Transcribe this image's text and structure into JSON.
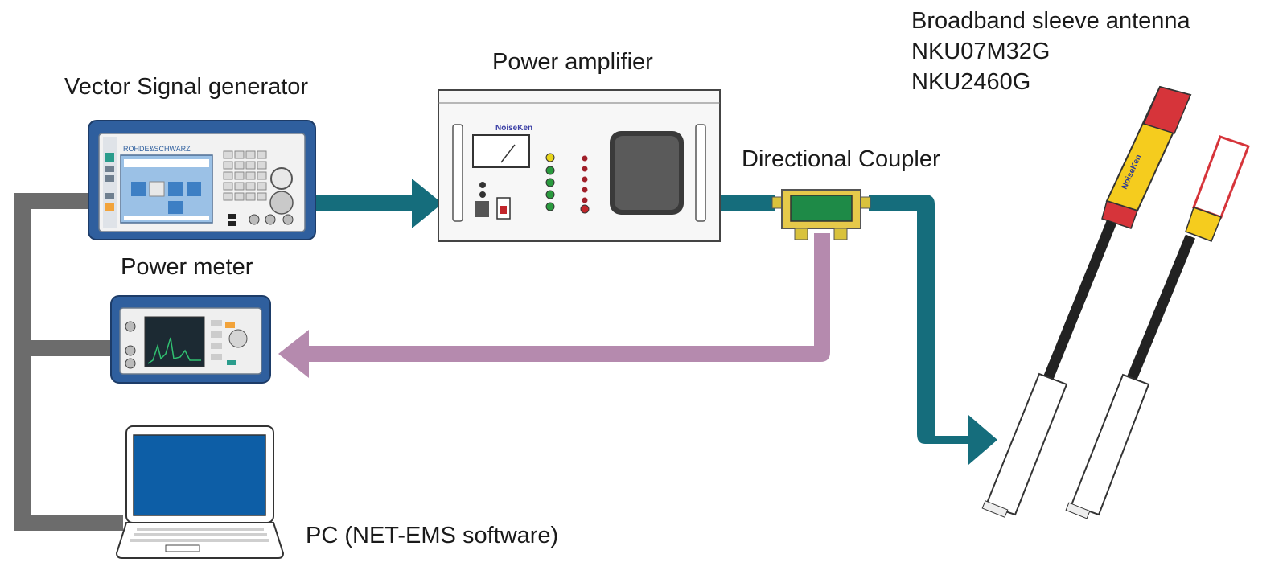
{
  "labels": {
    "vsg": "Vector Signal generator",
    "power_amplifier": "Power amplifier",
    "directional_coupler": "Directional Coupler",
    "power_meter": "Power meter",
    "pc": "PC (NET-EMS software)",
    "antenna": [
      "Broadband sleeve antenna",
      "NKU07M32G",
      "NKU2460G"
    ]
  },
  "device_text": {
    "vsg_brand": "ROHDE&SCHWARZ",
    "amp_brand": "NoiseKen",
    "antenna_brand": "NoiseKen"
  },
  "colors": {
    "rf_path": "#156d7c",
    "feedback_path": "#b58aae",
    "control_bus": "#6c6c6c",
    "instrument_blue": "#2f5f9e",
    "antenna_yellow": "#f5cc1e",
    "antenna_red": "#d6343a"
  },
  "connections": [
    {
      "from": "vsg",
      "to": "power_amplifier",
      "kind": "rf_path"
    },
    {
      "from": "power_amplifier",
      "to": "directional_coupler",
      "kind": "rf_path"
    },
    {
      "from": "directional_coupler",
      "to": "antenna",
      "kind": "rf_path"
    },
    {
      "from": "directional_coupler",
      "to": "power_meter",
      "kind": "feedback_path"
    },
    {
      "from": "pc",
      "to": "vsg",
      "kind": "control_bus"
    },
    {
      "from": "pc",
      "to": "power_meter",
      "kind": "control_bus"
    }
  ]
}
